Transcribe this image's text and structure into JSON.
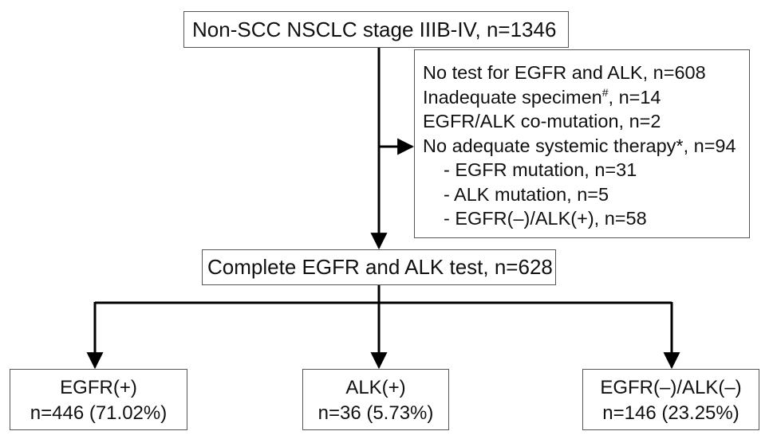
{
  "start": {
    "label": "Non-SCC NSCLC stage IIIB-IV,  n=1346"
  },
  "exclusion": {
    "lines": [
      {
        "text": "No test for EGFR and ALK, n=608"
      },
      {
        "text": "Inadequate specimen",
        "sup": "#",
        "after": ", n=14"
      },
      {
        "text": "EGFR/ALK co-mutation, n=2"
      },
      {
        "text": "No adequate systemic therapy*, n=94"
      }
    ],
    "sub_items": [
      "- EGFR mutation, n=31",
      "- ALK mutation, n=5",
      "- EGFR(–)/ALK(+), n=58"
    ]
  },
  "complete": {
    "label": "Complete EGFR and ALK test, n=628"
  },
  "outcomes": [
    {
      "title": "EGFR(+)",
      "count": "n=446 (71.02%)"
    },
    {
      "title": "ALK(+)",
      "count": "n=36 (5.73%)"
    },
    {
      "title": "EGFR(–)/ALK(–)",
      "count": "n=146 (23.25%)"
    }
  ],
  "colors": {
    "line": "#000000",
    "box_border": "#555555",
    "text": "#111111"
  }
}
